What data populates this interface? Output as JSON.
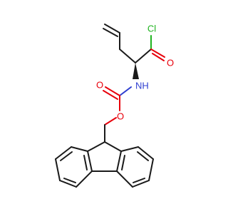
{
  "molecule": {
    "atoms": {
      "cl": {
        "text": "Cl",
        "color": "#1fb31f"
      },
      "o_carbonyl_acyl": {
        "text": "O",
        "color": "#e8000b"
      },
      "nh": {
        "text": "NH",
        "color": "#2f3fd0"
      },
      "o_carbamate_carbonyl": {
        "text": "O",
        "color": "#e8000b"
      },
      "o_ester": {
        "text": "O",
        "color": "#e8000b"
      }
    },
    "bond_color": "#1a1a1a"
  }
}
